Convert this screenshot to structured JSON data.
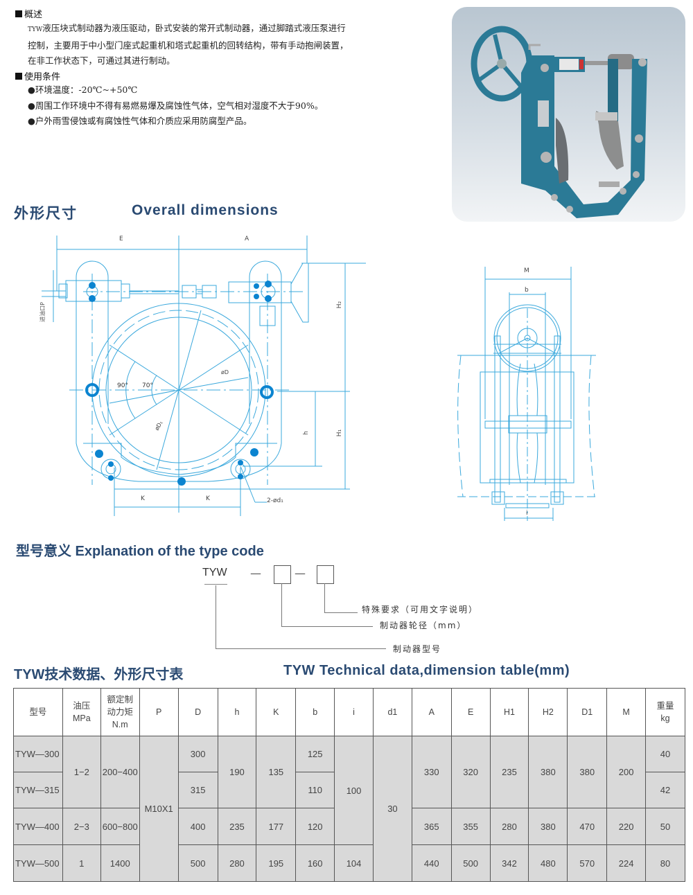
{
  "overview": {
    "heading": "概述",
    "paragraph_prefix": "TYW",
    "paragraph_lines": [
      "液压块式制动器为液压驱动，卧式安装的常开式制动器，通过脚踏式液压泵进行",
      "控制，主要用于中小型门座式起重机和塔式起重机的回转结构，带有手动抱闸装置，",
      "在非工作状态下，可通过其进行制动。"
    ]
  },
  "conditions": {
    "heading": "使用条件",
    "bullets": [
      "●环境温度：-20℃~+50℃",
      "●周围工作环境中不得有易燃易爆及腐蚀性气体，空气相对湿度不大于90%。",
      "●户外雨雪侵蚀或有腐蚀性气体和介质应采用防腐型产品。"
    ]
  },
  "photo": {
    "alt": "TYW hydraulic block brake product photo",
    "body_color": "#2b7a96",
    "background_top": "#b9c6d1",
    "background_bottom": "#f2f4f6"
  },
  "dimensions_section": {
    "title_cn": "外形尺寸",
    "title_en": "Overall dimensions",
    "front_view_labels": {
      "E": "E",
      "A": "A",
      "H2": "H₂",
      "H1": "H₁",
      "h": "h",
      "K_left": "K",
      "K_right": "K",
      "phiD": "øD",
      "phiD1": "øD₁",
      "angle_90": "90°",
      "angle_70": "70°",
      "holes": "2-ød₁",
      "oil_inlet": "进油口P"
    },
    "side_view_labels": {
      "M": "M",
      "b": "b",
      "i": "i"
    },
    "line_color": "#3aa8dc",
    "accent_color": "#0b84d0"
  },
  "type_code": {
    "title": "型号意义 Explanation of the type code",
    "prefix": "TYW",
    "dash1": "—",
    "dash2": "—",
    "labels": {
      "special": "特殊要求（可用文字说明）",
      "wheel_diameter": "制动器轮径（mm）",
      "model": "制动器型号"
    }
  },
  "table_section": {
    "title_cn": "TYW技术数据、外形尺寸表",
    "title_en": "TYW Technical data,dimension table(mm)",
    "headers": {
      "model": "型号",
      "pressure_1": "油压",
      "pressure_2": "MPa",
      "torque_1": "额定制",
      "torque_2": "动力矩",
      "torque_3": "N.m",
      "P": "P",
      "D": "D",
      "h": "h",
      "K": "K",
      "b": "b",
      "i": "i",
      "d1": "d1",
      "A": "A",
      "E": "E",
      "H1": "H1",
      "H2": "H2",
      "D1": "D1",
      "M": "M",
      "weight_1": "重量",
      "weight_2": "kg"
    },
    "rows": [
      {
        "model": "TYW—300",
        "pressure": "1−2",
        "torque": "200−400",
        "P": "M10X1",
        "D": "300",
        "h": "190",
        "K": "135",
        "b": "125",
        "i": "100",
        "d1": "30",
        "A": "330",
        "E": "320",
        "H1": "235",
        "H2": "380",
        "D1": "380",
        "M": "200",
        "weight": "40"
      },
      {
        "model": "TYW—315",
        "pressure": "1−2",
        "torque": "200−400",
        "P": "M10X1",
        "D": "315",
        "h": "190",
        "K": "135",
        "b": "110",
        "i": "100",
        "d1": "30",
        "A": "330",
        "E": "320",
        "H1": "235",
        "H2": "380",
        "D1": "380",
        "M": "200",
        "weight": "42"
      },
      {
        "model": "TYW—400",
        "pressure": "2−3",
        "torque": "600−800",
        "P": "M10X1",
        "D": "400",
        "h": "235",
        "K": "177",
        "b": "120",
        "i": "100",
        "d1": "30",
        "A": "365",
        "E": "355",
        "H1": "280",
        "H2": "380",
        "D1": "470",
        "M": "220",
        "weight": "50"
      },
      {
        "model": "TYW—500",
        "pressure": "1",
        "torque": "1400",
        "P": "M10X1",
        "D": "500",
        "h": "280",
        "K": "195",
        "b": "160",
        "i": "104",
        "d1": "30",
        "A": "440",
        "E": "500",
        "H1": "342",
        "H2": "480",
        "D1": "570",
        "M": "224",
        "weight": "80"
      }
    ]
  }
}
